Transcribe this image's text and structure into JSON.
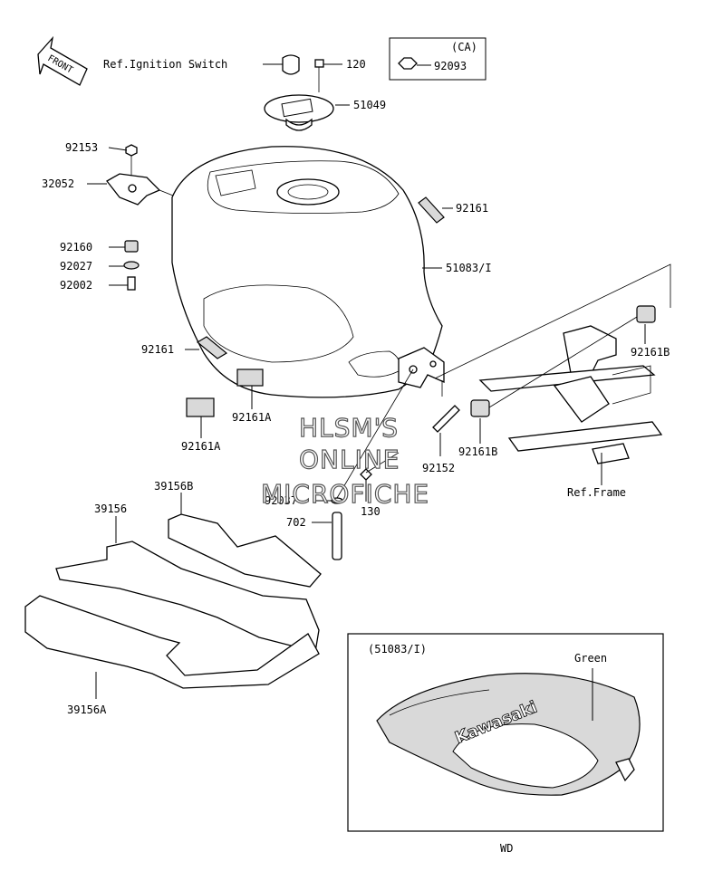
{
  "front_arrow": {
    "text": "FRONT"
  },
  "callouts": {
    "ref_ignition": "Ref.Ignition Switch",
    "p120": "120",
    "ca_box_title": "(CA)",
    "p92093": "92093",
    "p51049": "51049",
    "p92153": "92153",
    "p32052": "32052",
    "p92161_top": "92161",
    "p51083": "51083/I",
    "p92160": "92160",
    "p92027": "92027",
    "p92002": "92002",
    "p92161B_a": "92161B",
    "p92161_left": "92161",
    "p92161A_a": "92161A",
    "p92161A_b": "92161A",
    "p92161B_b": "92161B",
    "p92152": "92152",
    "ref_frame": "Ref.Frame",
    "p39156B": "39156B",
    "p39156": "39156",
    "p92037": "92037",
    "p130": "130",
    "p702": "702",
    "p39156A": "39156A"
  },
  "inset": {
    "title": "(51083/I)",
    "color_label": "Green",
    "brand_text": "Kawasaki",
    "caption": "WD"
  },
  "watermark": {
    "line1": "HLSM'S",
    "line2": "ONLINE",
    "line3": "MICROFICHE"
  }
}
